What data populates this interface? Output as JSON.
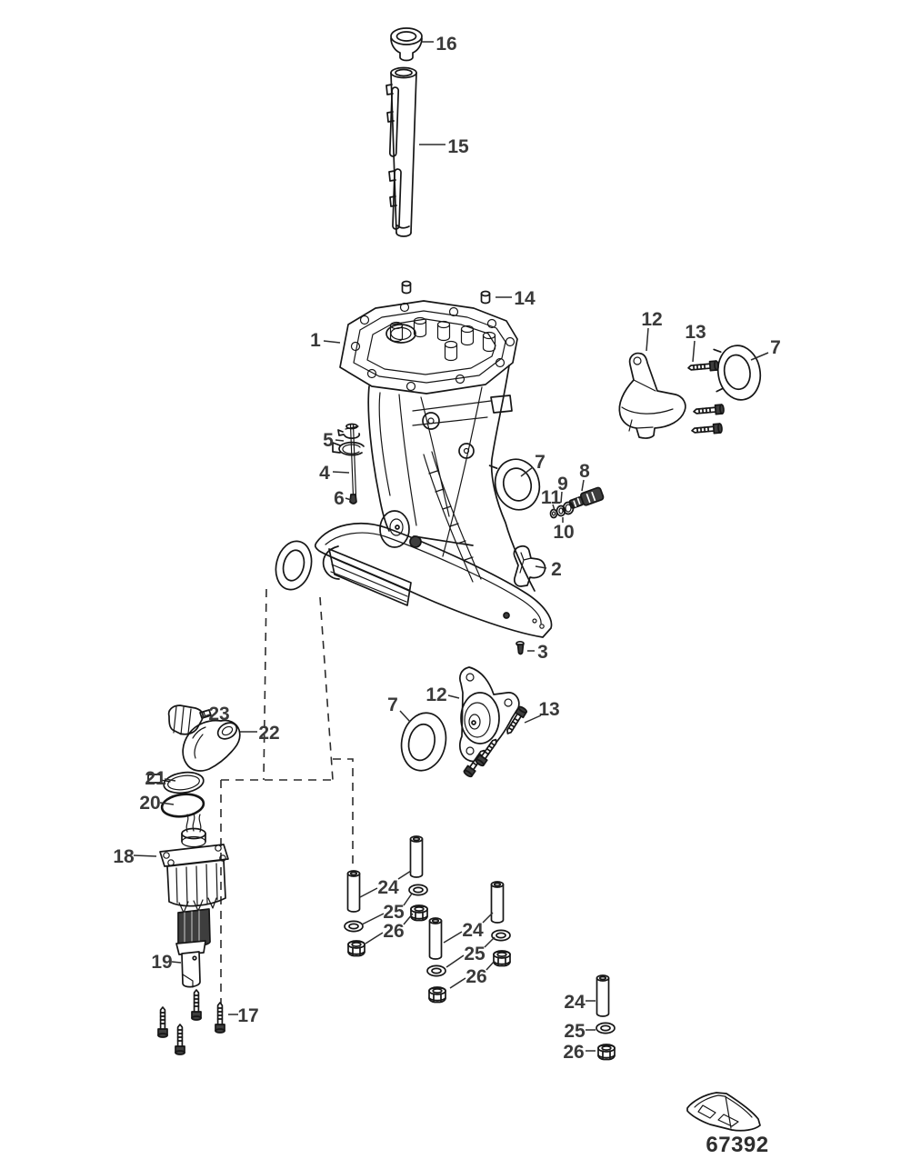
{
  "colors": {
    "background": "#ffffff",
    "line": "#161616",
    "label": "#3a3a3a"
  },
  "callouts": [
    {
      "label": "16"
    },
    {
      "label": "15"
    },
    {
      "label": "1"
    },
    {
      "label": "14"
    },
    {
      "label": "12"
    },
    {
      "label": "13"
    },
    {
      "label": "7"
    },
    {
      "label": "5"
    },
    {
      "label": "4"
    },
    {
      "label": "6"
    },
    {
      "label": "7"
    },
    {
      "label": "8"
    },
    {
      "label": "9"
    },
    {
      "label": "11"
    },
    {
      "label": "10"
    },
    {
      "label": "2"
    },
    {
      "label": "3"
    },
    {
      "label": "7"
    },
    {
      "label": "12"
    },
    {
      "label": "13"
    },
    {
      "label": "23"
    },
    {
      "label": "22"
    },
    {
      "label": "21"
    },
    {
      "label": "20"
    },
    {
      "label": "18"
    },
    {
      "label": "19"
    },
    {
      "label": "17"
    },
    {
      "label": "24"
    },
    {
      "label": "25"
    },
    {
      "label": "26"
    },
    {
      "label": "24"
    },
    {
      "label": "25"
    },
    {
      "label": "26"
    },
    {
      "label": "24"
    },
    {
      "label": "25"
    },
    {
      "label": "26"
    }
  ],
  "footer": {
    "code": "67392"
  }
}
